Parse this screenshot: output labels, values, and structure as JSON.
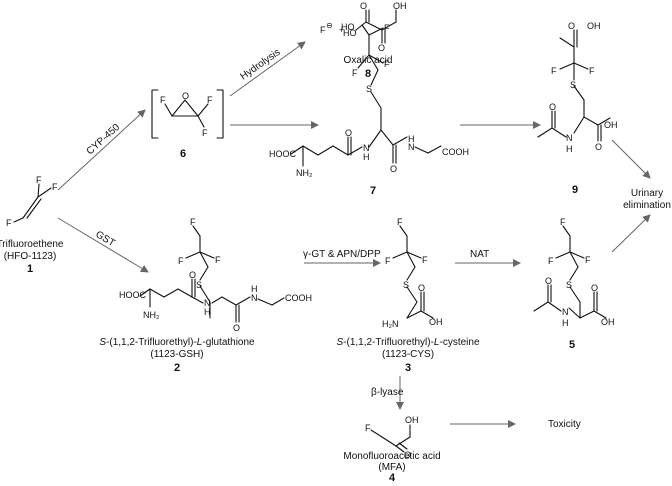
{
  "compounds": {
    "c1": {
      "name": "Trifluoroethene",
      "code": "(HFO-1123)",
      "number": "1"
    },
    "c2": {
      "name_prefix": "S",
      "name_mid": "-(1,1,2-Trifluorethyl)-",
      "name_L": "L",
      "name_suffix": "-glutathione",
      "code": "(1123-GSH)",
      "number": "2"
    },
    "c3": {
      "name_prefix": "S",
      "name_mid": "-(1,1,2-Trifluorethyl)-",
      "name_L": "L",
      "name_suffix": "-cysteine",
      "code": "(1123-CYS)",
      "number": "3"
    },
    "c4": {
      "name": "Monofluoroacetic acid",
      "code": "(MFA)",
      "number": "4"
    },
    "c5": {
      "number": "5"
    },
    "c6": {
      "number": "6"
    },
    "c7": {
      "number": "7"
    },
    "c8": {
      "name": "Oxalic acid",
      "number": "8"
    },
    "c9": {
      "number": "9"
    }
  },
  "arrows": {
    "cyp450": "CYP-450",
    "gst": "GST",
    "hydrolysis": "Hydrolysis",
    "ggt": "γ-GT & APN/DPP",
    "nat": "NAT",
    "blyase": "β-lyase"
  },
  "outcomes": {
    "urinary": "Urinary",
    "elimination": "elimination",
    "toxicity": "Toxicity"
  },
  "atoms": {
    "F": "F",
    "F_minus": "F",
    "minus": "⊖",
    "plus": "+",
    "S": "S",
    "O": "O",
    "OH": "OH",
    "HO": "HO",
    "H": "H",
    "N": "N",
    "NH2": "NH₂",
    "H2N": "H₂N",
    "HOOC": "HOOC",
    "COOH": "COOH"
  }
}
